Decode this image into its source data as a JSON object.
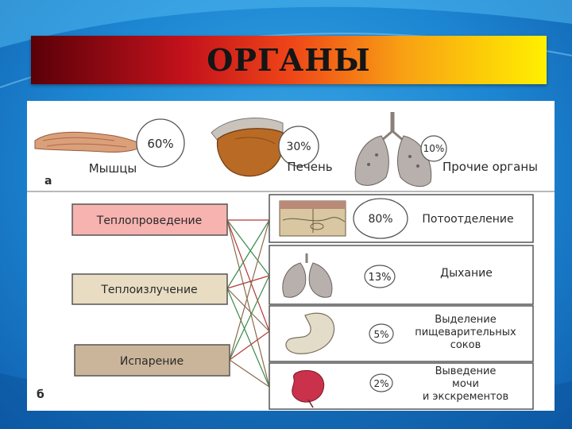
{
  "banner": {
    "title": "ОРГАНЫ"
  },
  "section_a": {
    "marker": "а",
    "organs": [
      {
        "label": "Мышцы",
        "percent": "60%"
      },
      {
        "label": "Печень",
        "percent": "30%"
      },
      {
        "label": "Прочие органы",
        "percent": "10%"
      }
    ]
  },
  "section_b": {
    "marker": "б",
    "mechanisms": [
      {
        "label": "Теплопроведение",
        "fill": "#f6b3b0"
      },
      {
        "label": "Теплоизлучение",
        "fill": "#e8dcc2"
      },
      {
        "label": "Испарение",
        "fill": "#cbb59a"
      }
    ],
    "routes": [
      {
        "percent": "80%",
        "lines": [
          "Потоотделение"
        ]
      },
      {
        "percent": "13%",
        "lines": [
          "Дыхание"
        ]
      },
      {
        "percent": "5%",
        "lines": [
          "Выделение",
          "пищеварительных",
          "соков"
        ]
      },
      {
        "percent": "2%",
        "lines": [
          "Выведение",
          "мочи",
          "и экскрементов"
        ]
      }
    ]
  },
  "colors": {
    "background": "#1d86d2",
    "banner_start": "#5a0008",
    "banner_end": "#fff000",
    "connector_red": "#b23a3a",
    "connector_green": "#3c8a4a",
    "connector_brown": "#8a6a4a"
  }
}
